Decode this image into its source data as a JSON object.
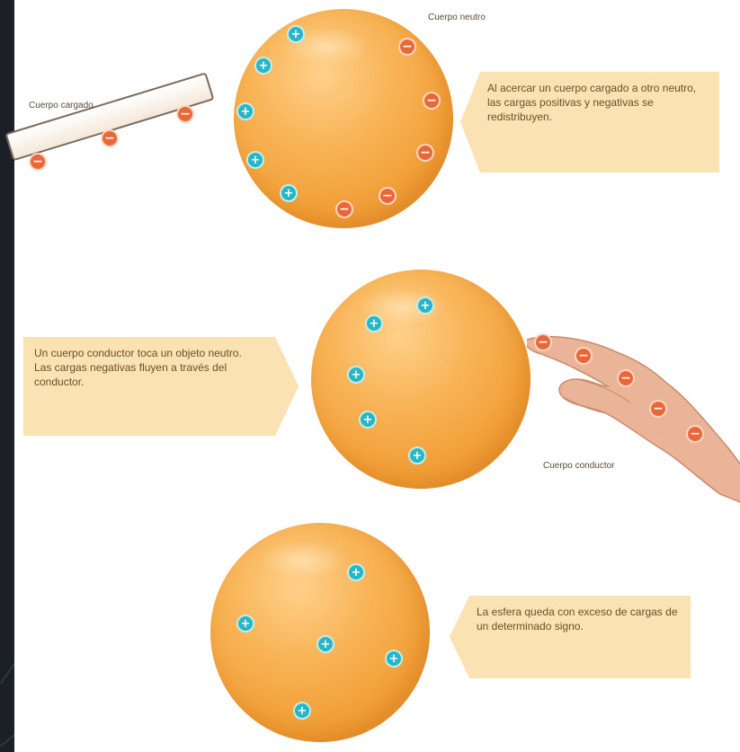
{
  "figure": {
    "labels": {
      "cuerpo_neutro": "Cuerpo neutro",
      "cuerpo_cargado": "Cuerpo cargado",
      "cuerpo_conductor": "Cuerpo conductor"
    },
    "callouts": {
      "step1": "Al acercar un cuerpo cargado a otro neutro, las cargas positivas y negativas se redistribuyen.",
      "step2": "Un cuerpo conductor toca un objeto neutro. Las cargas negativas fluyen a través del conductor.",
      "step3": "La esfera queda con exceso de cargas de un determinado signo."
    },
    "charge_symbols": {
      "positive": "+",
      "negative": "−"
    },
    "colors": {
      "sphere": "#f2a13a",
      "positive_charge": "#29b6c4",
      "negative_charge": "#e8683a",
      "callout_bg": "#fbe2b2",
      "callout_text": "#6b4e2c",
      "background": "#1b2026"
    }
  }
}
